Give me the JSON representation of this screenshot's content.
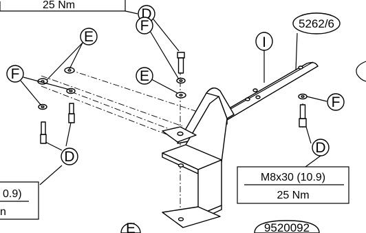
{
  "callouts": {
    "D": "D",
    "E": "E",
    "F": "F",
    "I": "I"
  },
  "part_number": "5262/6",
  "drawing_number": "9520092",
  "torque_spec_top": {
    "torque": "25 Nm"
  },
  "torque_spec_right": {
    "bolt": "M8x30 (10.9)",
    "torque": "25 Nm"
  },
  "torque_spec_left": {
    "bolt_fragment": "0.9)",
    "torque_fragment": "n"
  }
}
